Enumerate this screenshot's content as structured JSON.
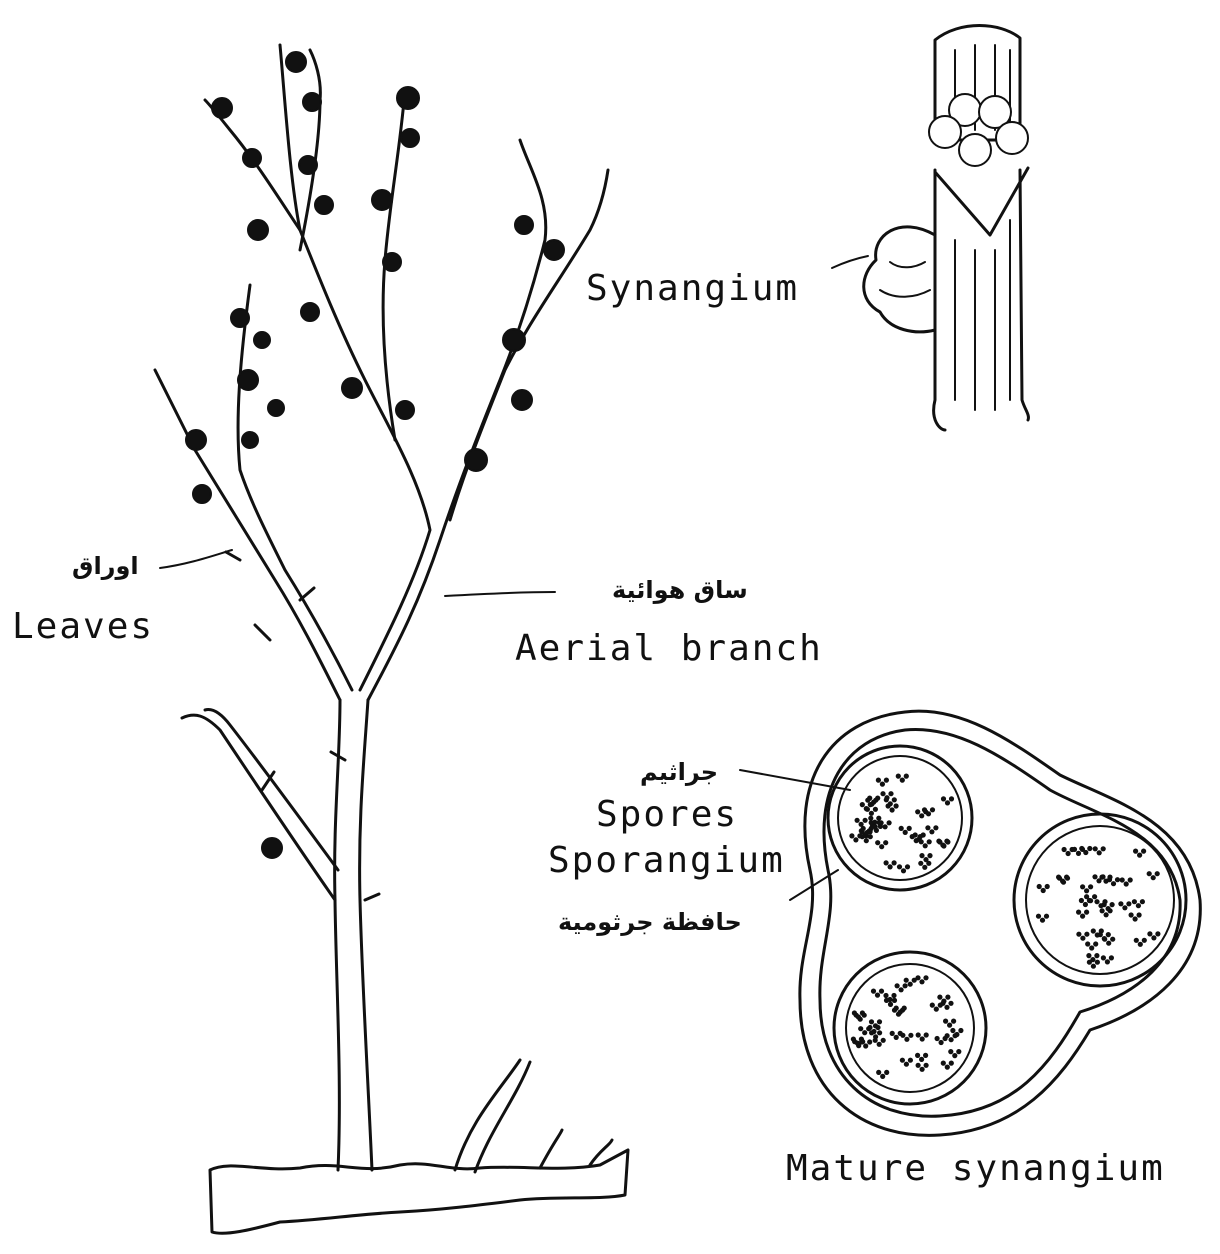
{
  "labels": {
    "synangium": "Synangium",
    "leaves_ar": "اوراق",
    "leaves": "Leaves",
    "aerial_branch_ar": "ساق هوائية",
    "aerial_branch": "Aerial branch",
    "spores_ar": "جراثيم",
    "spores": "Spores",
    "sporangium": "Sporangium",
    "sporangium_ar": "حافظة جرثومية",
    "mature_synangium": "Mature synangium"
  },
  "colors": {
    "ink": "#111111",
    "paper": "#ffffff"
  }
}
